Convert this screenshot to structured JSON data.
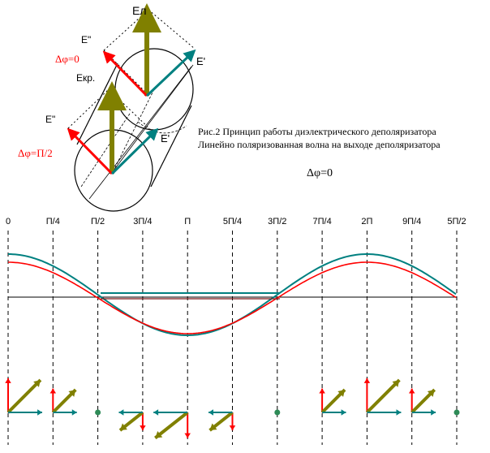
{
  "figure": {
    "label_El": "Eл",
    "label_E2_top": "E\"",
    "label_E2_mid": "E\"",
    "label_E1_top": "E'",
    "label_E1_mid": "E'",
    "label_Ekr": "Eкр.",
    "label_dphi0": "Δφ=0",
    "label_dphiPi2": "Δφ=Π/2",
    "caption_line1": "Рис.2 Принцип работы диэлектрического деполяризатора",
    "caption_line2": "Линейно поляризованная волна на выходе деполяризатора",
    "delta_phi": "Δφ=0"
  },
  "phase_axis": {
    "tick_labels": [
      "0",
      "Π/4",
      "Π/2",
      "3Π/4",
      "Π",
      "5Π/4",
      "3Π/2",
      "7Π/4",
      "2Π",
      "9Π/4",
      "5Π/2"
    ]
  },
  "colors": {
    "olive": "#808000",
    "red": "#ff0000",
    "teal": "#008080",
    "green_dot": "#2e8b57",
    "black": "#000000"
  }
}
